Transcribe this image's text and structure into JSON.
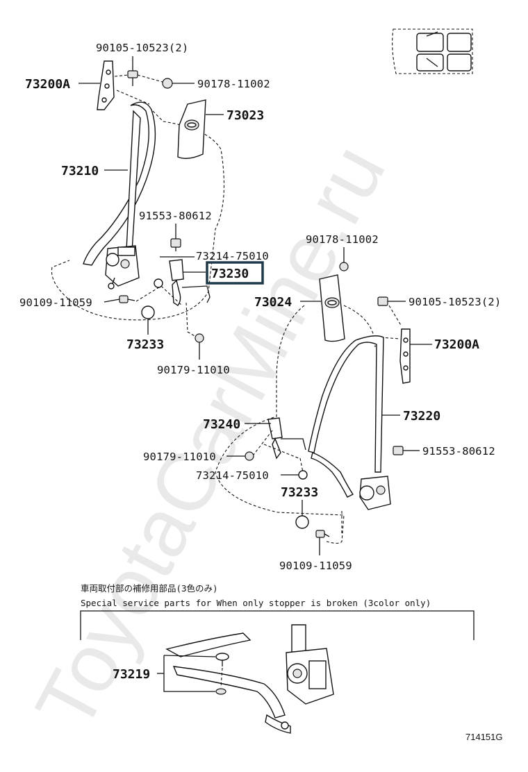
{
  "watermark": "ToyotaCarMine.ru",
  "diagram_ref": "714151G",
  "note": {
    "jp": "車両取付部の補修用部品(3色のみ)",
    "en": "Special service parts for When only stopper is broken (3color only)"
  },
  "left_seat": {
    "anchor_bolt_top": "90105-10523(2)",
    "adjuster": "73200A",
    "nut_top": "90178-11002",
    "cover": "73023",
    "belt": "73210",
    "bolt_mid": "91553-80612",
    "bolt_buckle": "73214-75010",
    "buckle": "73230",
    "bolt_low": "90109-11059",
    "stopper": "73233",
    "nut_low": "90179-11010"
  },
  "right_seat": {
    "nut_top": "90178-11002",
    "cover": "73024",
    "anchor_bolt_top": "90105-10523(2)",
    "adjuster": "73200A",
    "buckle": "73240",
    "belt": "73220",
    "nut_buckle": "90179-11010",
    "bolt_mid": "91553-80612",
    "bolt_buckle": "73214-75010",
    "stopper": "73233",
    "bolt_low": "90109-11059"
  },
  "service_part": "73219"
}
